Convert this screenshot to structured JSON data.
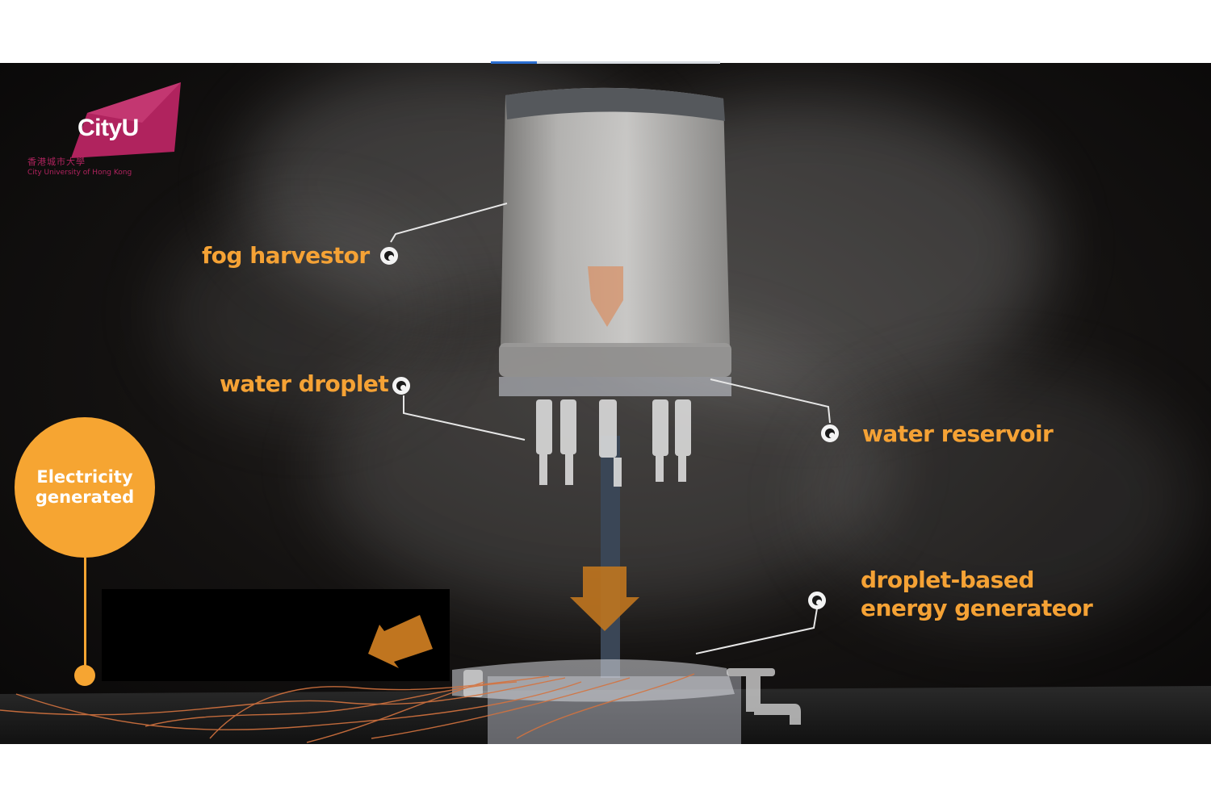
{
  "video": {
    "progress_percent": 20
  },
  "logo": {
    "brand": "CityU",
    "chinese_name": "香港城市大學",
    "english_name": "City University of Hong Kong",
    "brand_color": "#b0235e"
  },
  "labels": {
    "fog_harvestor": "fog harvestor",
    "water_droplet": "water droplet",
    "water_reservoir": "water reservoir",
    "generator_line1": "droplet-based",
    "generator_line2": "energy generateor"
  },
  "electricity_badge": {
    "text": "Electricity\ngenerated"
  },
  "colors": {
    "accent_orange": "#f5a235",
    "badge_orange": "#f6a532",
    "arrow_brown": "#c0751f"
  },
  "icons": [
    "down-arrow-icon",
    "left-arrow-icon",
    "hotspot-dot-icon"
  ]
}
